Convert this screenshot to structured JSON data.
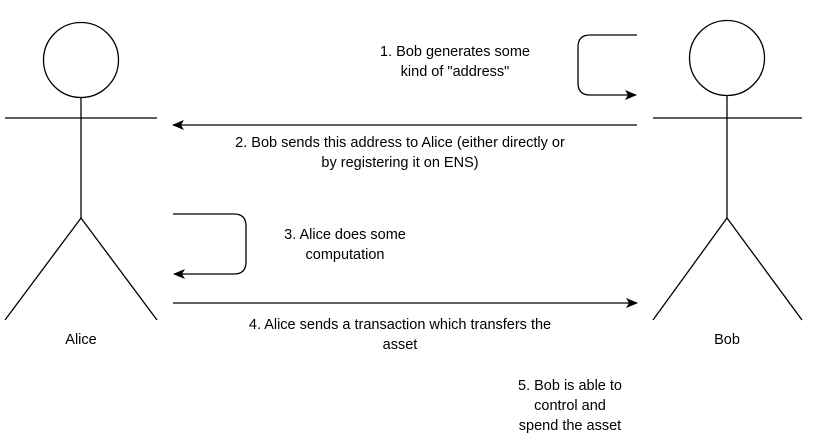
{
  "actors": {
    "alice": "Alice",
    "bob": "Bob"
  },
  "steps": [
    {
      "line1": "1. Bob generates some",
      "line2": "kind of \"address\""
    },
    {
      "line1": "2. Bob sends this address to Alice (either directly or",
      "line2": "by registering it on ENS)"
    },
    {
      "line1": "3. Alice does some",
      "line2": "computation"
    },
    {
      "line1": "4. Alice sends a transaction which transfers the",
      "line2": "asset"
    },
    {
      "line1": "5. Bob is able to",
      "line2": "control and",
      "line3": "spend the asset"
    }
  ],
  "colors": {
    "stroke": "#000000",
    "background": "#ffffff"
  }
}
